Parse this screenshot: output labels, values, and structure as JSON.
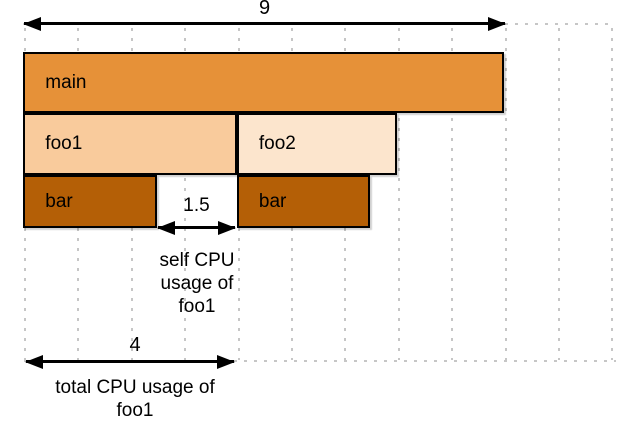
{
  "diagram": {
    "description": "flame graph CPU usage explanation",
    "frames": [
      {
        "id": "main",
        "label": "main",
        "depth": 0,
        "start": 0,
        "width": 9,
        "color": "#e69138"
      },
      {
        "id": "foo1",
        "label": "foo1",
        "depth": 1,
        "start": 0,
        "width": 4,
        "color": "#f9cb9c"
      },
      {
        "id": "foo2",
        "label": "foo2",
        "depth": 1,
        "start": 4,
        "width": 3,
        "color": "#fce5cd"
      },
      {
        "id": "bar1",
        "label": "bar",
        "depth": 2,
        "start": 0,
        "width": 2.5,
        "color": "#b45f06"
      },
      {
        "id": "bar2",
        "label": "bar",
        "depth": 2,
        "start": 4,
        "width": 2.5,
        "color": "#b45f06"
      }
    ],
    "annotations": {
      "total_main": {
        "value": "9"
      },
      "self_foo1": {
        "value": "1.5",
        "caption": "self CPU usage of foo1"
      },
      "total_foo1": {
        "value": "4",
        "caption": "total CPU usage of foo1"
      }
    },
    "colors": {
      "grid": "#c6c6c6",
      "frame_border": "#000000",
      "text": "#000000"
    }
  }
}
